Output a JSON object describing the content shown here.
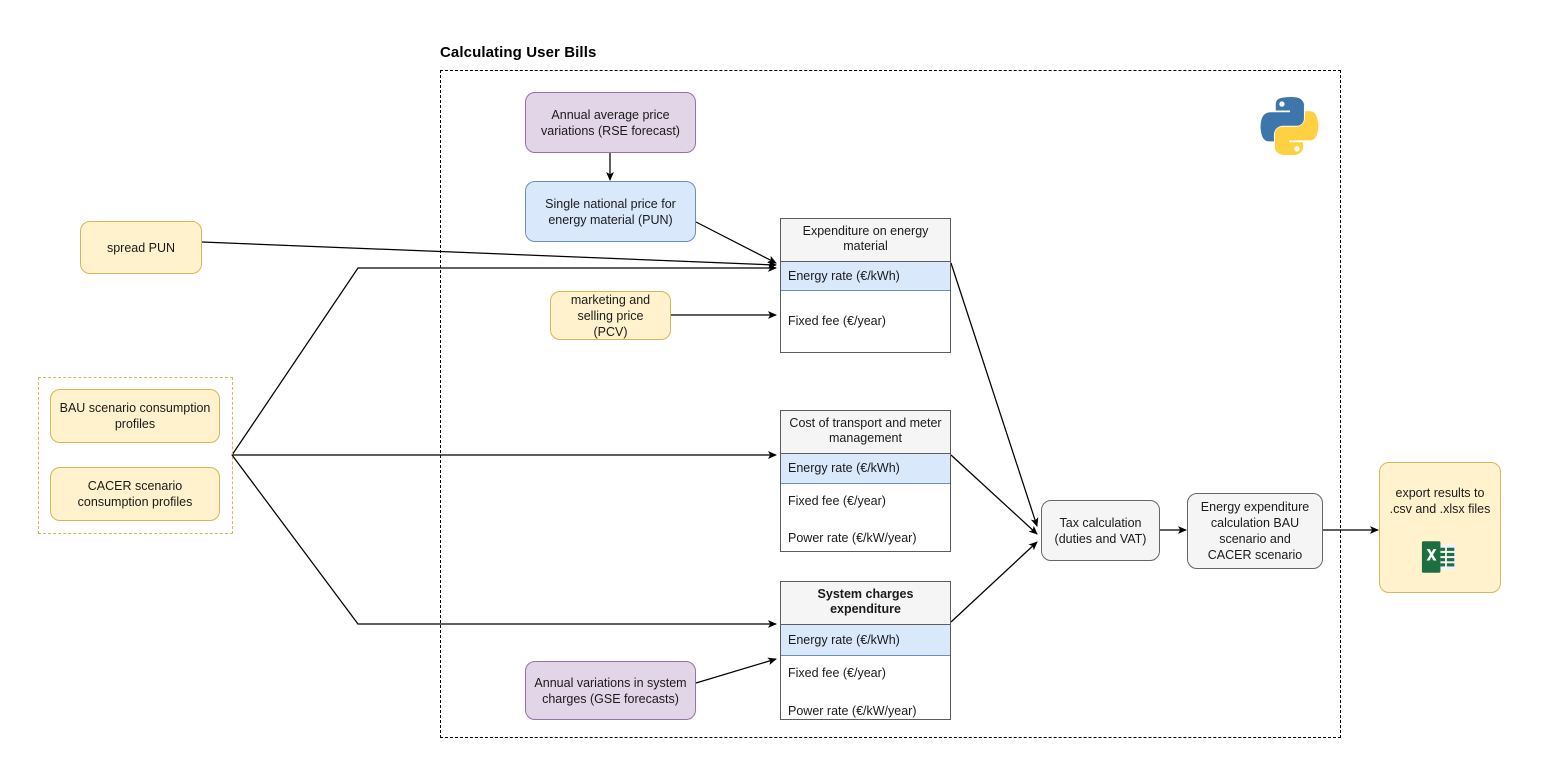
{
  "title": "Calculating User Bills",
  "colors": {
    "yellow_fill": "#fff2cc",
    "yellow_border": "#d6b656",
    "purple_fill": "#e1d5e7",
    "purple_border": "#9673a6",
    "blue_fill": "#dae8fc",
    "blue_border": "#6c8ebf",
    "grey_fill": "#f5f5f5",
    "grey_border": "#666666",
    "table_header_fill": "#f5f5f5",
    "edge": "#000000"
  },
  "inputs": {
    "spread_pun": "spread PUN",
    "bau_profiles": "BAU scenario consumption profiles",
    "cacer_profiles": "CACER scenario consumption profiles"
  },
  "forecasts": {
    "rse": "Annual average price variations (RSE forecast)",
    "pun": "Single national price for energy material (PUN)",
    "pcv": "marketing and selling price (PCV)",
    "gse": "Annual variations in system charges (GSE forecasts)"
  },
  "tables": [
    {
      "id": "expenditure-energy-material",
      "header": "Expenditure on energy material",
      "header_bold": false,
      "rows": [
        {
          "label": "Energy rate (€/kWh)",
          "highlight": true
        },
        {
          "label": "Fixed fee (€/year)",
          "highlight": false
        }
      ]
    },
    {
      "id": "cost-transport-meter",
      "header": "Cost of transport and meter management",
      "header_bold": false,
      "rows": [
        {
          "label": "Energy rate (€/kWh)",
          "highlight": true
        },
        {
          "label": "Fixed fee (€/year)",
          "highlight": false
        },
        {
          "label": "Power rate (€/kW/year)",
          "highlight": false
        }
      ]
    },
    {
      "id": "system-charges-expenditure",
      "header": "System charges expenditure",
      "header_bold": true,
      "rows": [
        {
          "label": "Energy rate (€/kWh)",
          "highlight": true
        },
        {
          "label": "Fixed fee (€/year)",
          "highlight": false
        },
        {
          "label": "Power rate (€/kW/year)",
          "highlight": false
        }
      ]
    }
  ],
  "processing": {
    "tax": "Tax calculation (duties and VAT)",
    "energy_expenditure": "Energy expenditure calculation BAU scenario and CACER scenario"
  },
  "output": {
    "export": "export results to .csv and .xlsx files",
    "export_icon": "excel-file-icon"
  },
  "icons": {
    "python": "python-logo-icon",
    "excel": "excel-file-icon"
  }
}
